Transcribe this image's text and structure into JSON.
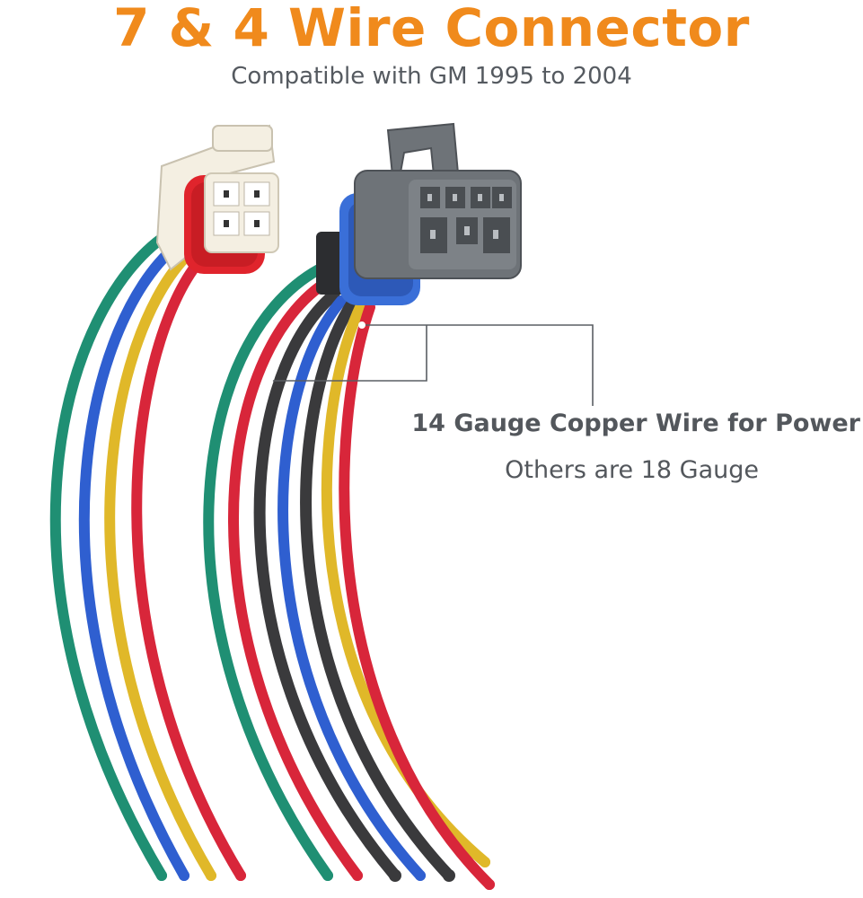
{
  "title": "7 & 4 Wire Connector",
  "subtitle": "Compatible with GM 1995 to 2004",
  "callout": {
    "main": "14 Gauge Copper Wire for Power",
    "sub": "Others are 18 Gauge"
  },
  "colors": {
    "title": "#f08a1c",
    "text": "#53575c",
    "wire_green": "#1f8f73",
    "wire_blue": "#2f5fd0",
    "wire_yellow": "#e0b829",
    "wire_red": "#d8263a",
    "wire_black": "#3a3a3c",
    "connector_gray": "#6e7378",
    "seal_blue": "#3a6fd8",
    "connector_white": "#f4efe2",
    "seal_red": "#e0242c"
  },
  "images": {
    "four_pin_connector": "white-4-pin-connector-with-red-seal",
    "seven_pin_connector": "gray-7-pin-connector-with-blue-seal"
  }
}
